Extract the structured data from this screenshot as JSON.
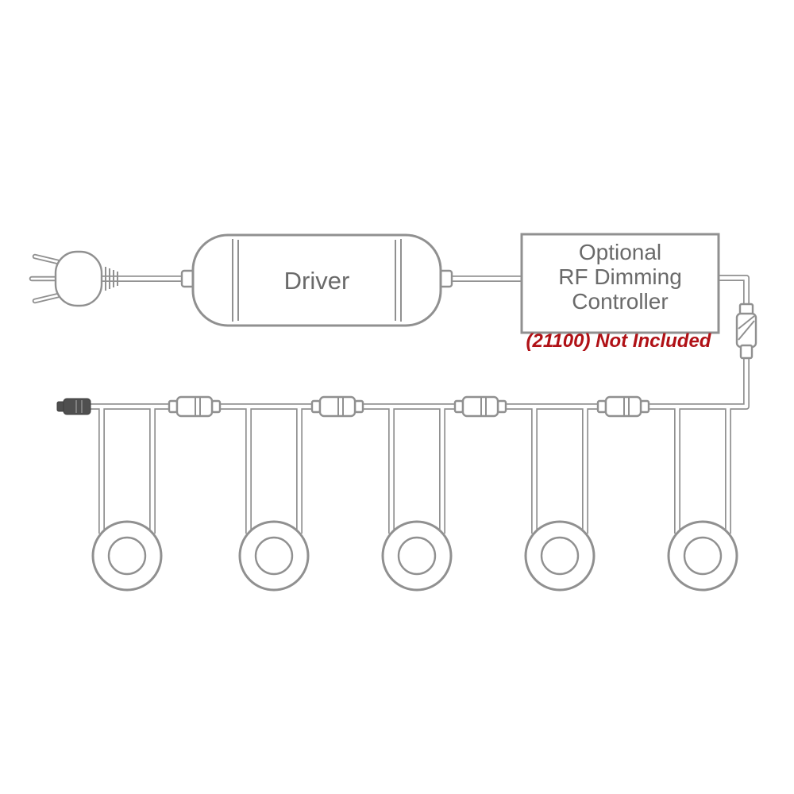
{
  "diagram": {
    "driver_label": "Driver",
    "controller": {
      "line1": "Optional",
      "line2": "RF Dimming",
      "line3": "Controller",
      "note": "(21100) Not Included"
    },
    "lights_count": 5,
    "inline_connectors_count": 4,
    "icons": {
      "plug": "power-plug-icon",
      "driver": "driver-box",
      "controller": "rf-dimming-controller-box",
      "inline_connector": "inline-connector-icon",
      "vertical_connector": "screw-connector-icon",
      "end_cap": "end-cap-connector-icon",
      "puck_light": "puck-light-icon"
    },
    "colors": {
      "line": "#909090",
      "text": "#6a6a6a",
      "note": "#b01116"
    }
  }
}
